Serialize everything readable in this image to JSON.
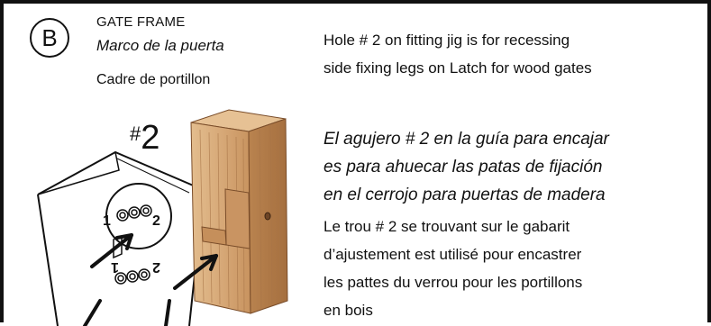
{
  "badge": "B",
  "title": {
    "en": "GATE FRAME",
    "es": "Marco de la puerta",
    "fr": "Cadre de portillon"
  },
  "hole_label": {
    "hash": "#",
    "number": "2"
  },
  "jig_labels": {
    "top_left": "1",
    "top_right": "2",
    "bottom_left": "1",
    "bottom_right": "2"
  },
  "instructions": {
    "en": [
      "Hole # 2 on fitting jig is for recessing",
      "side fixing legs on Latch for wood gates"
    ],
    "es": [
      "El agujero # 2 en la guía para encajar",
      "es para ahuecar las patas de fijación",
      "en el cerrojo para puertas de madera"
    ],
    "fr": [
      "Le trou # 2 se trouvant sur le gabarit",
      "d’ajustement est utilisé pour encastrer",
      "les pattes du verrou pour les portillons",
      "en bois"
    ]
  },
  "colors": {
    "wood": "#d9b183",
    "wood_dark": "#b88456",
    "wood_grain": "#9c6a3f",
    "border": "#111111"
  }
}
